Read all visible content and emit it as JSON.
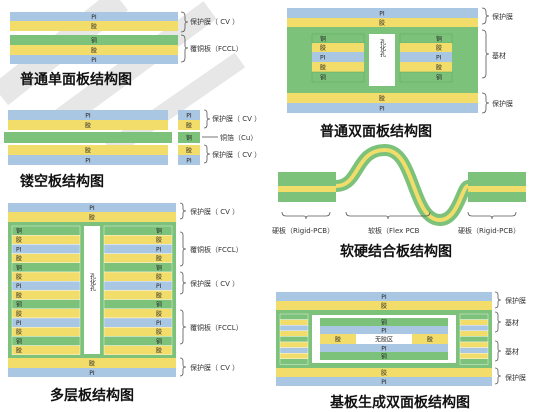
{
  "colors": {
    "pi": "#a9c6e3",
    "glue": "#f2dc6a",
    "copper": "#7cc27b",
    "hole": "#ffffff",
    "watermark": "#d4d4d4"
  },
  "single": {
    "title": "普通单面板结构图",
    "pi": "PI",
    "glue": "胶",
    "copper": "铜",
    "labels": {
      "cover": "保护膜（ CV ）",
      "fccl": "覆铜板（FCCL）"
    }
  },
  "double": {
    "title": "普通双面板结构图",
    "pi": "PI",
    "glue": "胶",
    "copper": "铜",
    "hole": "孔化孔",
    "labels": {
      "cover_top": "保护膜",
      "substrate": "基材",
      "cover_bottom": "保护膜"
    }
  },
  "hollow": {
    "title": "镂空板结构图",
    "pi": "PI",
    "glue": "胶",
    "copper": "铜",
    "labels": {
      "cover_top": "保护膜（ CV ）",
      "copper_foil": "铜箔（Cu）",
      "cover_bottom": "保护膜（ CV ）"
    }
  },
  "rigidflex": {
    "title": "软硬结合板结构图",
    "labels": {
      "rigid_left": "硬板（Rigid-PCB）",
      "flex": "软板（Flex PCB",
      "rigid_right": "硬板（Rigid-PCB）"
    }
  },
  "multi": {
    "title": "多层板结构图",
    "pi": "PI",
    "glue": "胶",
    "copper": "铜",
    "hole": "孔化孔",
    "labels": {
      "cover_top": "保护膜（ CV ）",
      "fccl1": "覆铜板（FCCL）",
      "cv_mid": "保护膜（ CV ）",
      "fccl2": "覆铜板（FCCL）",
      "cover_bottom": "保护膜（ CV ）"
    }
  },
  "substrate": {
    "title": "基板生成双面板结构图",
    "pi": "PI",
    "glue": "胶",
    "copper": "铜",
    "no_glue": "无胶区",
    "labels": {
      "cover_top": "保护膜",
      "sub1": "基材",
      "sub2": "基材",
      "cover_bottom": "保护膜"
    }
  }
}
